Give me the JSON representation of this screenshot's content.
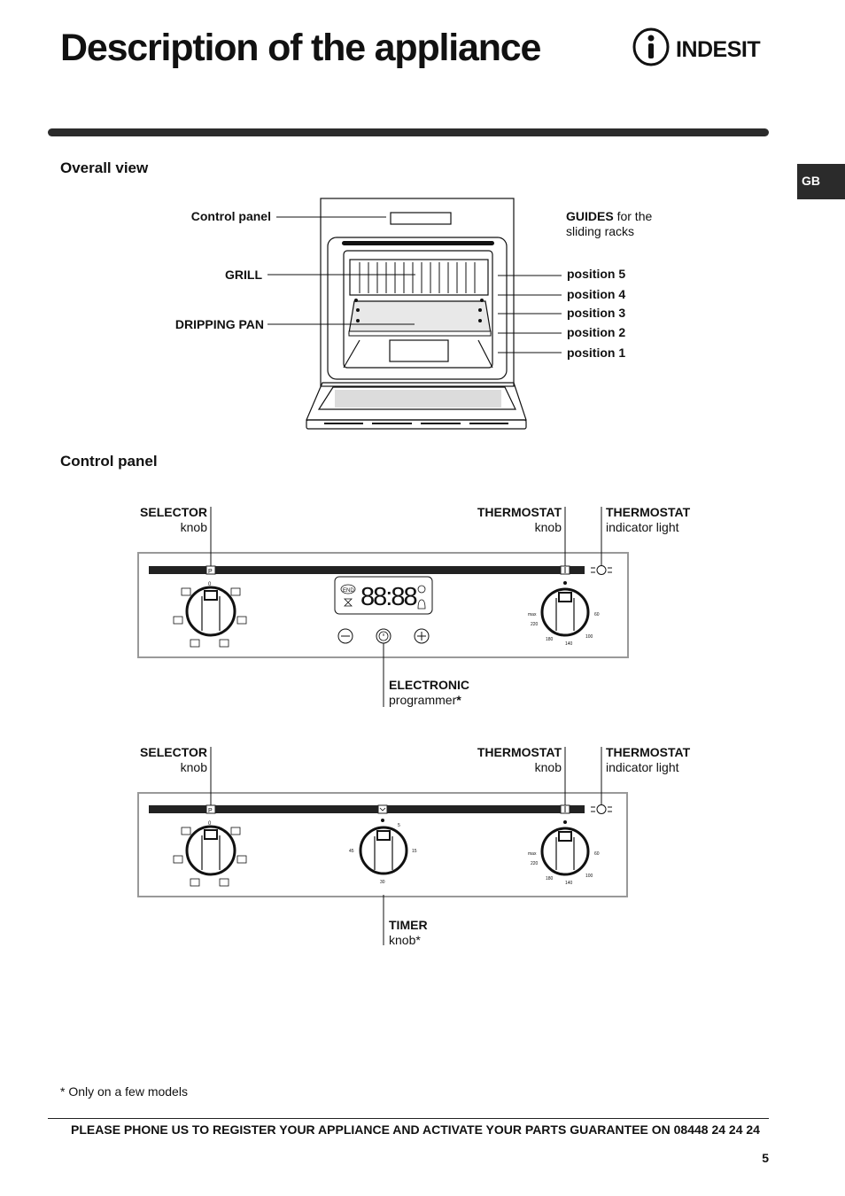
{
  "page": {
    "title": "Description of the appliance",
    "brand": "INDESIT",
    "language_tab": "GB",
    "page_number": "5"
  },
  "overall_view": {
    "heading": "Overall view",
    "control_panel": "Control panel",
    "grill": "GRILL",
    "dripping_pan": "DRIPPING PAN",
    "guides_bold": "GUIDES",
    "guides_rest": " for the",
    "guides_line2": "sliding racks",
    "positions": [
      "position 5",
      "position 4",
      "position 3",
      "position 2",
      "position 1"
    ]
  },
  "control_panel": {
    "heading": "Control panel",
    "selector_bold": "SELECTOR",
    "selector_sub": "knob",
    "thermostat_bold": "THERMOSTAT",
    "thermostat_knob_sub": "knob",
    "thermostat_light_sub": "indicator light",
    "electronic_bold": "ELECTRONIC",
    "electronic_sub": "programmer",
    "electronic_asterisk": "*",
    "timer_bold": "TIMER",
    "timer_sub": "knob*",
    "display_digits": "88:88",
    "display_end": "END",
    "panel_p": "P",
    "thermostat_scale": [
      "max",
      "220",
      "180",
      "140",
      "100",
      "60"
    ],
    "timer_scale": [
      "5",
      "15",
      "30",
      "45"
    ],
    "selector_zero": "0"
  },
  "footer": {
    "note": "* Only on a few models",
    "phone_text": "PLEASE PHONE US TO REGISTER YOUR APPLIANCE AND ACTIVATE YOUR PARTS GUARANTEE ON 08448 24 24 24"
  }
}
